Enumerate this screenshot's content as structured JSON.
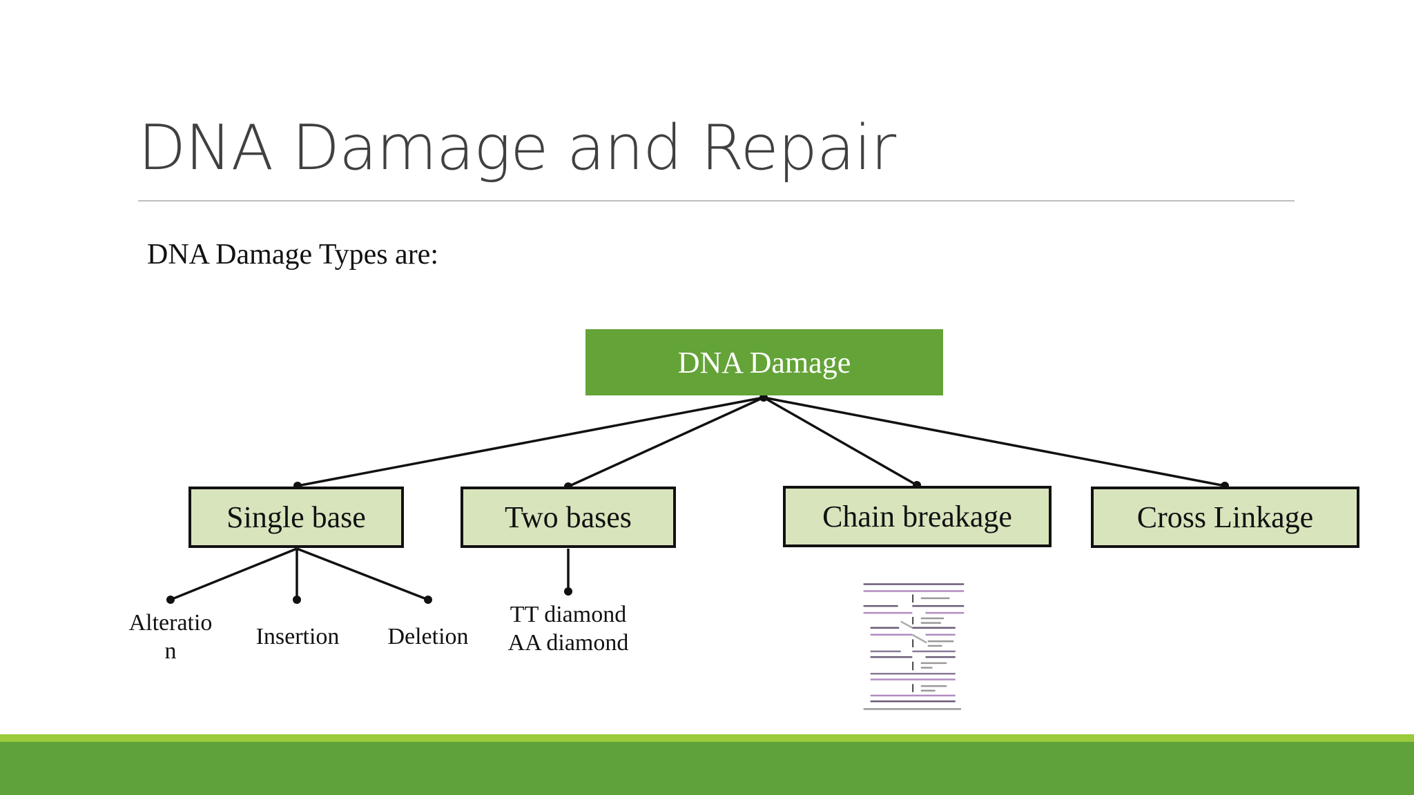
{
  "slide": {
    "title": "DNA Damage and Repair",
    "subtitle": "DNA Damage Types are:"
  },
  "diagram": {
    "root": "DNA Damage",
    "children": [
      "Single base",
      "Two bases",
      "Chain breakage",
      "Cross Linkage"
    ],
    "single_base_leaves": [
      "Alteratio\nn",
      "Insertion",
      "Deletion"
    ],
    "two_bases_leaves": [
      "TT diamond",
      "AA diamond"
    ]
  },
  "figure": {
    "description_icon": "dna-strand-break-repair-figure"
  },
  "colors": {
    "accent": "#64a338",
    "box_fill": "#d8e4bc",
    "stripe": "#9bcb3b",
    "footer": "#5fa23a"
  }
}
